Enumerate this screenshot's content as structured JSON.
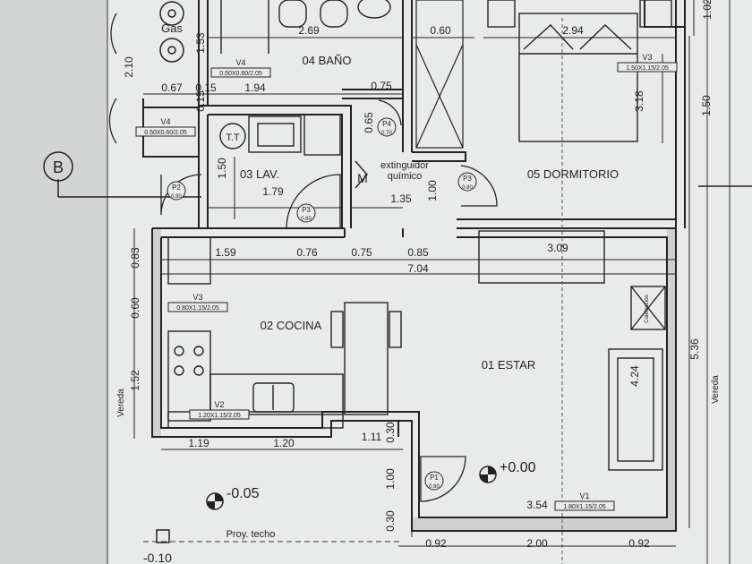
{
  "rooms": {
    "estar": "01 ESTAR",
    "cocina": "02 COCINA",
    "lav": "03 LAV.",
    "bano": "04 BAÑO",
    "dormitorio": "05 DORMITORIO"
  },
  "labels": {
    "gas": "Gas",
    "tt": "T.T",
    "extinguidor": "extinguidor",
    "quimico": "químico",
    "vereda_left": "Vereda",
    "vereda_right": "Vereda",
    "proy_techo": "Proy. techo",
    "axis_b": "B",
    "calefaccion": "Calefacción",
    "meter": "M"
  },
  "levels": {
    "main": "+0.00",
    "outside": "-0.05",
    "bottom": "-0.10"
  },
  "doors": {
    "p1": "P1",
    "p1_dim": "0.90",
    "p2": "P2",
    "p2_dim": "0.80",
    "p3a": "P3",
    "p3a_dim": "0.80",
    "p3b": "P3",
    "p3b_dim": "0.80",
    "p4": "P4",
    "p4_dim": "0.70"
  },
  "windows": {
    "v1": "V1",
    "v1_dim": "1.80X1.15/2.05",
    "v2": "V2",
    "v2_dim": "1.20X1.15/2.05",
    "v3a": "V3",
    "v3a_dim": "0.80X1.15/2.05",
    "v3b": "V3",
    "v3b_dim": "1.50X1.15/2.05",
    "v4a": "V4",
    "v4a_dim": "0.50X0.60/2.05",
    "v4b": "V4",
    "v4b_dim": "0.50X0.60/2.05"
  },
  "dims": {
    "d269": "2.69",
    "d060a": "0.60",
    "d294": "2.94",
    "d102": "1.02",
    "d210": "2.10",
    "d153": "1.53",
    "d067": "0.67",
    "d015a": "0.15",
    "d194": "1.94",
    "d075a": "0.75",
    "d015b": "0.15",
    "d065": "0.65",
    "d318": "3.18",
    "d150a": "1.50",
    "d150b": "1.50",
    "d179": "1.79",
    "d135": "1.35",
    "d100a": "1.00",
    "d083": "0.83",
    "d159": "1.59",
    "d076": "0.76",
    "d075b": "0.75",
    "d085": "0.85",
    "d309": "3.09",
    "d704": "7.04",
    "d060b": "0.60",
    "d152": "1.52",
    "d424": "4.24",
    "d536": "5.36",
    "d119": "1.19",
    "d120": "1.20",
    "d111": "1.11",
    "d030a": "0.30",
    "d100b": "1.00",
    "d030b": "0.30",
    "d354": "3.54",
    "d092a": "0.92",
    "d200": "2.00",
    "d092b": "0.92"
  }
}
